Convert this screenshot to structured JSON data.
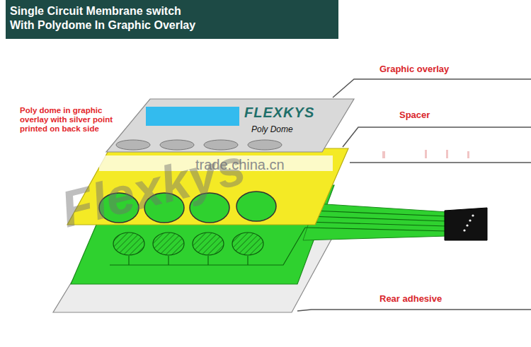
{
  "diagram": {
    "title": "Single Circuit Membrane switch With Polydome In Graphic Overlay",
    "nodes": [
      {
        "text": [
          "FLEXKYS",
          "Poly Dome"
        ]
      }
    ],
    "labels": [
      "Graphic overlay",
      "Spacer",
      "Rear adhesive",
      "Poly dome in graphic overlay with silver point printed on back side",
      "trade.china.cn",
      "Flexkys"
    ]
  }
}
